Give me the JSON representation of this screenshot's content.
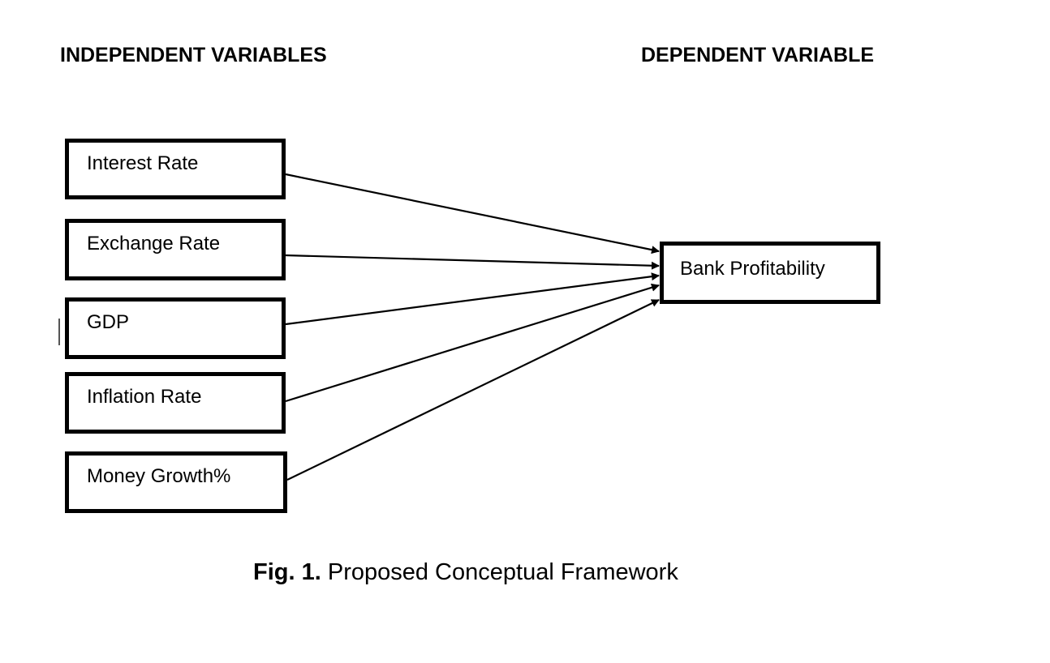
{
  "headings": {
    "independent": "INDEPENDENT VARIABLES",
    "dependent": "DEPENDENT VARIABLE"
  },
  "independent_variables": [
    {
      "label": "Interest Rate"
    },
    {
      "label": "Exchange Rate"
    },
    {
      "label": "GDP"
    },
    {
      "label": "Inflation Rate"
    },
    {
      "label": "Money Growth%"
    }
  ],
  "dependent_variable": {
    "label": "Bank Profitability"
  },
  "edges": [
    {
      "from": "Interest Rate",
      "to": "Bank Profitability"
    },
    {
      "from": "Exchange Rate",
      "to": "Bank Profitability"
    },
    {
      "from": "GDP",
      "to": "Bank Profitability"
    },
    {
      "from": "Inflation Rate",
      "to": "Bank Profitability"
    },
    {
      "from": "Money Growth%",
      "to": "Bank Profitability"
    }
  ],
  "caption": {
    "number": "Fig. 1.",
    "text": " Proposed Conceptual Framework"
  }
}
